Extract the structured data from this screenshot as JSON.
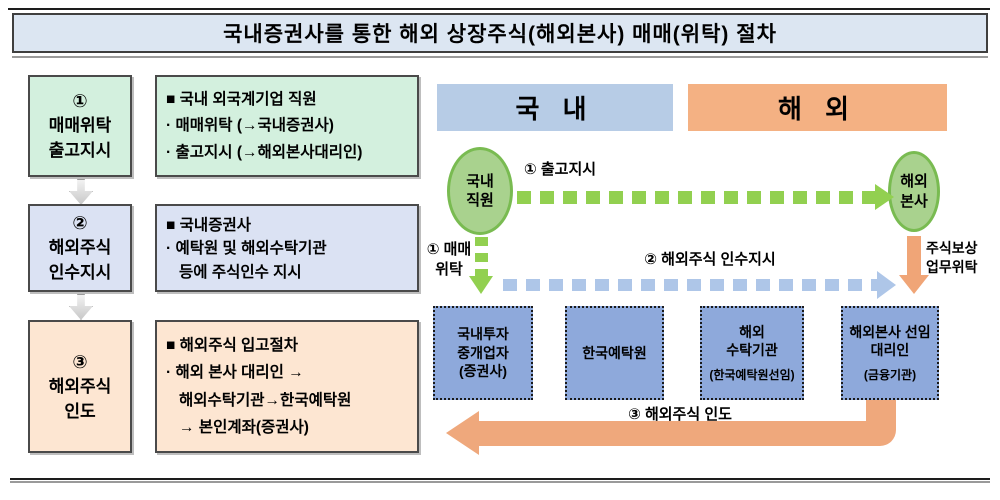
{
  "title": "국내증권사를 통한 해외 상장주식(해외본사) 매매(위탁) 절차",
  "colors": {
    "title_bg": "#dce6f2",
    "step_green": "#d3f0de",
    "step_lavender": "#dbe2f3",
    "step_peach": "#fde6d2",
    "region_domestic_bg": "#b7cce6",
    "region_overseas_bg": "#f4b183",
    "actor_fill": "#a9d28e",
    "actor_border": "#79bb51",
    "institution_bg": "#8ea9db",
    "dash_green": "#92d050",
    "dash_blue": "#aec6e8",
    "arrow_orange": "#efa87c"
  },
  "steps": [
    {
      "num": "①",
      "line1": "매매위탁",
      "line2": "출고지시"
    },
    {
      "num": "②",
      "line1": "해외주식",
      "line2": "인수지시"
    },
    {
      "num": "③",
      "line1": "해외주식",
      "line2": "인도"
    }
  ],
  "details": [
    {
      "header": "■ 국내 외국계기업 직원",
      "lines": [
        "· 매매위탁 (→국내증권사)",
        "· 출고지시 (→해외본사대리인)"
      ]
    },
    {
      "header": "■ 국내증권사",
      "lines": [
        "· 예탁원 및 해외수탁기관",
        "등에 주식인수 지시"
      ]
    },
    {
      "header": "■ 해외주식 입고절차",
      "lines": [
        "· 해외 본사 대리인 →",
        "해외수탁기관→한국예탁원",
        "→ 본인계좌(증권사)"
      ]
    }
  ],
  "diagram": {
    "region_domestic": "국 내",
    "region_overseas": "해 외",
    "actor_domestic": {
      "line1": "국내",
      "line2": "직원"
    },
    "actor_overseas": {
      "line1": "해외",
      "line2": "본사"
    },
    "label_release_order": "① 출고지시",
    "label_trade_consign": {
      "line1": "① 매매",
      "line2": "위탁"
    },
    "label_acquire_order": "② 해외주식 인수지시",
    "label_compensation": {
      "line1": "주식보상",
      "line2": "업무위탁"
    },
    "label_delivery": "③ 해외주식 인도",
    "institutions": [
      {
        "line1": "국내투자",
        "line2": "중개업자",
        "line3": "(증권사)"
      },
      {
        "line1": "한국예탁원"
      },
      {
        "line1": "해외",
        "line2": "수탁기관",
        "sub": "(한국예탁원선임)"
      },
      {
        "line1": "해외본사 선임",
        "line2": "대리인",
        "sub": "(금융기관)"
      }
    ]
  }
}
